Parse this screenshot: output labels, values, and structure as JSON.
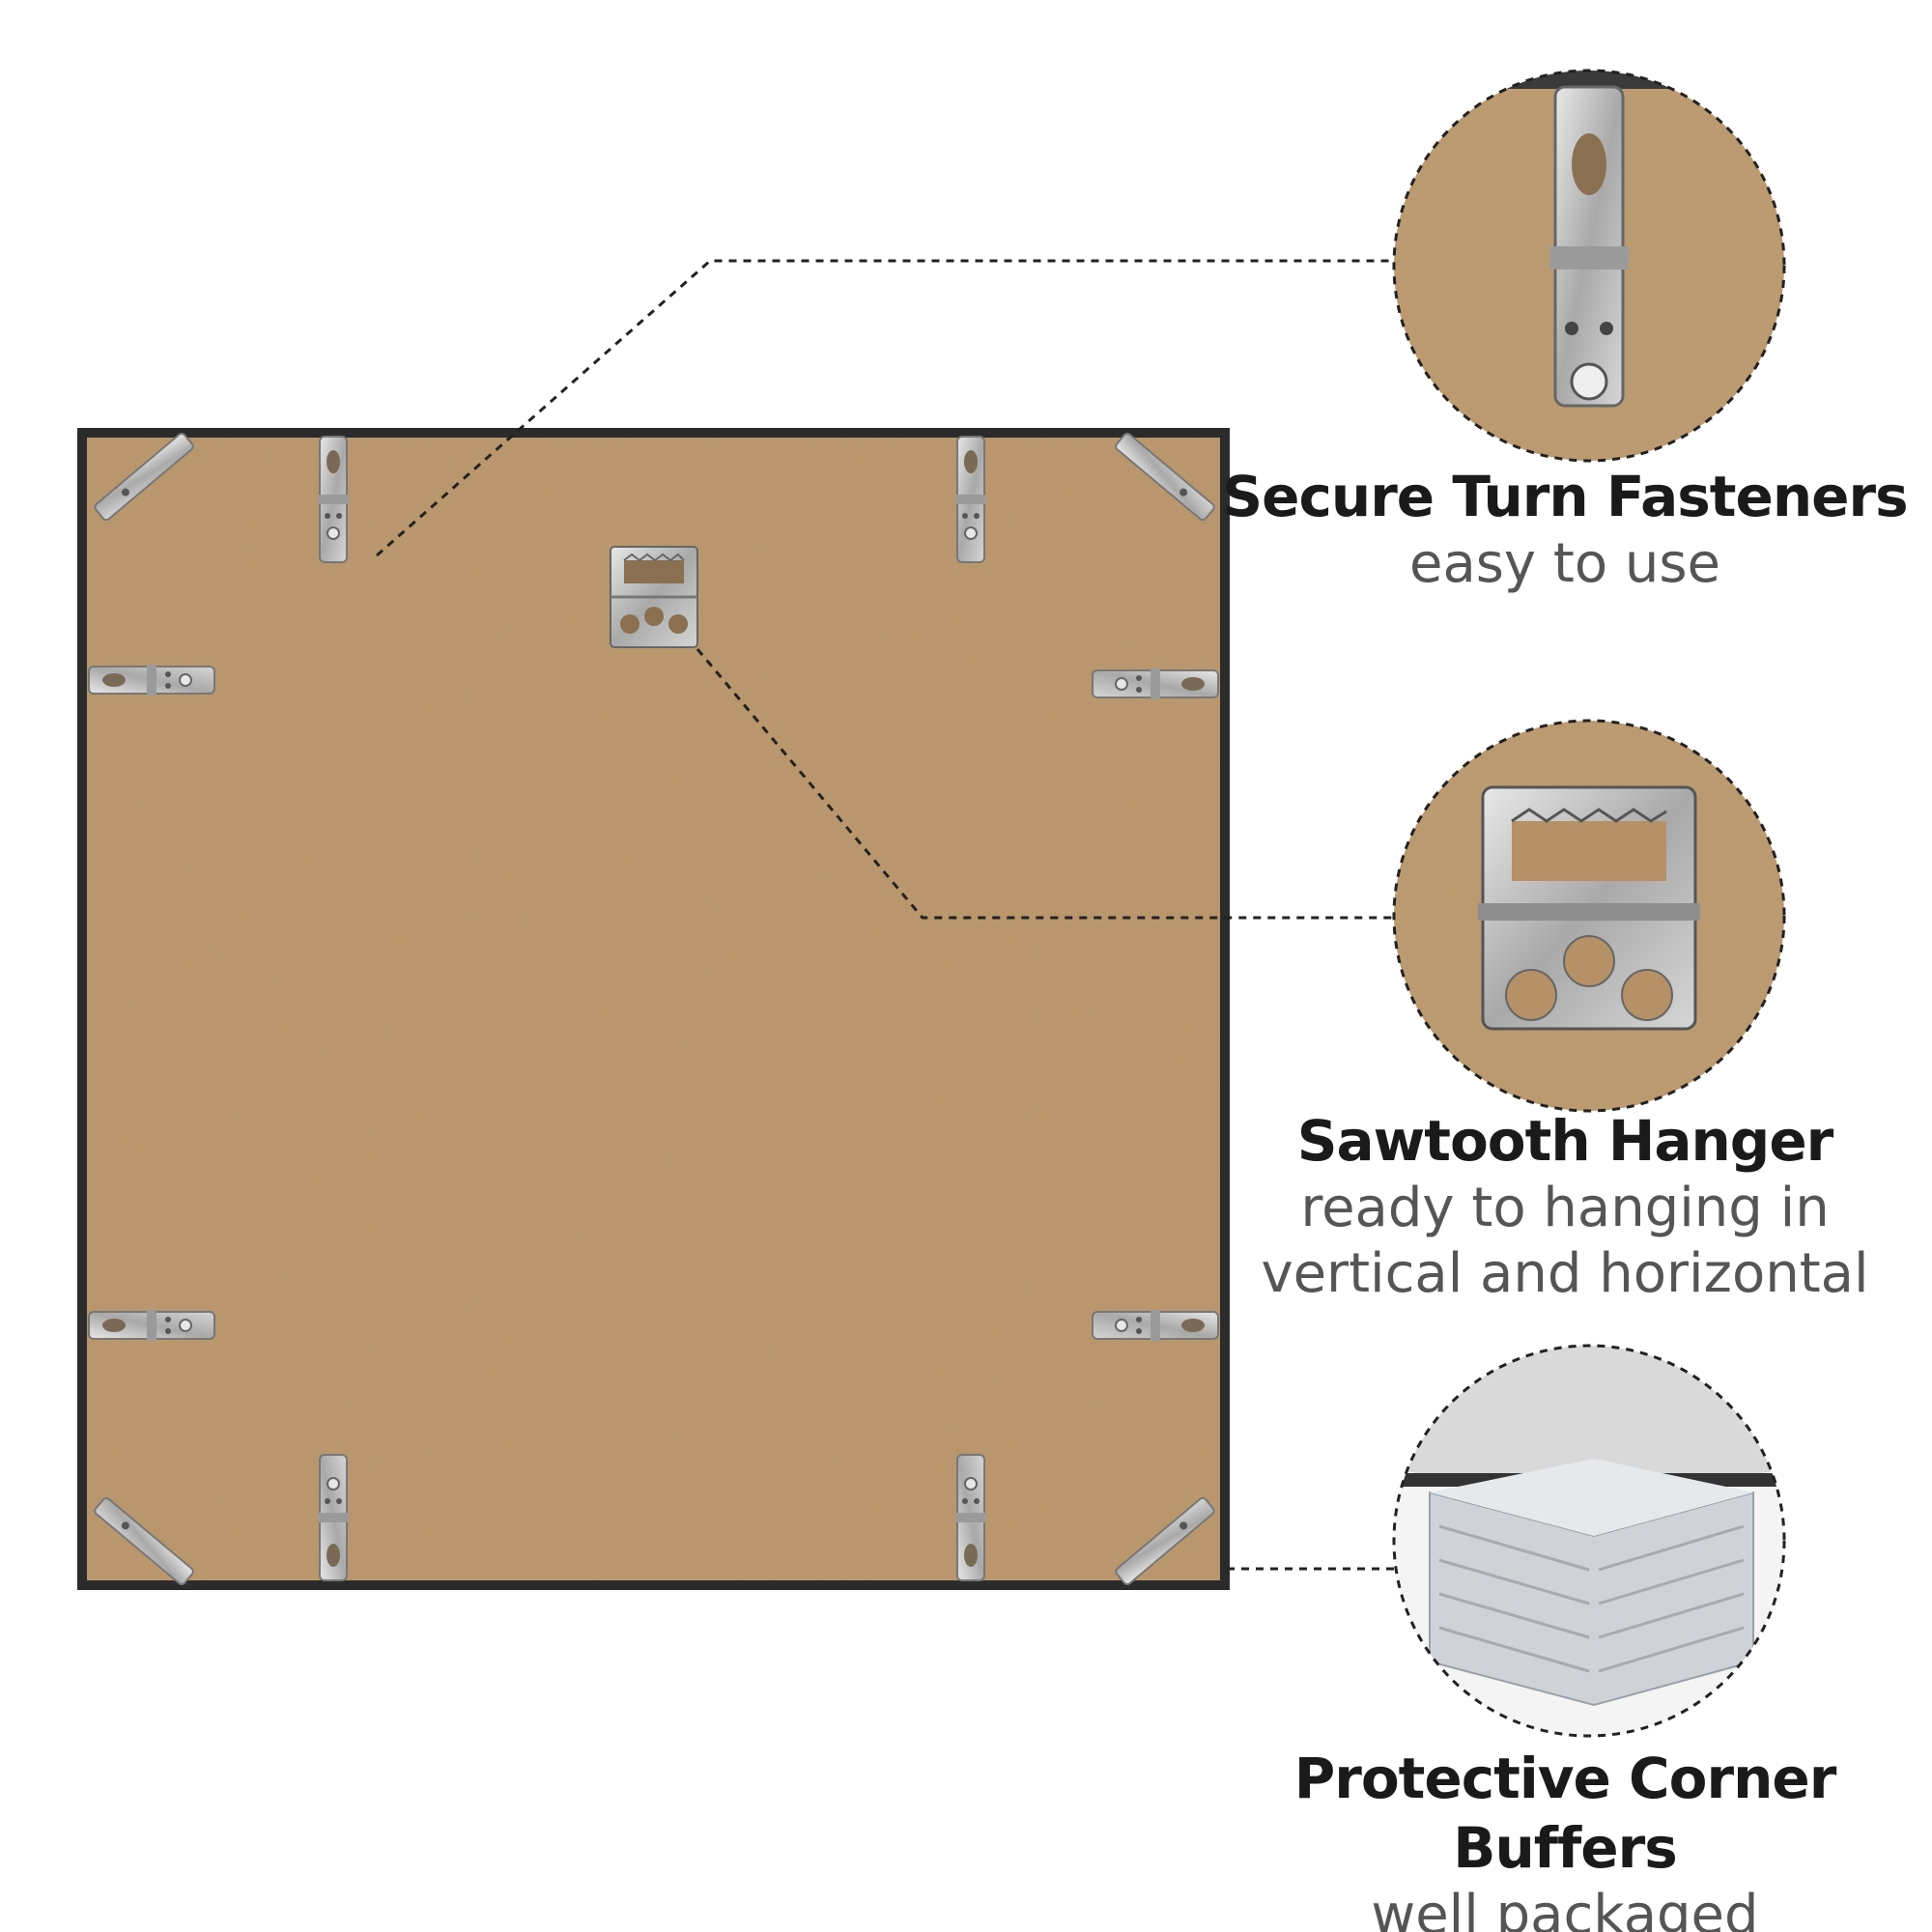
{
  "features": [
    {
      "title": "Secure Turn Fasteners",
      "lines": [
        "easy to use"
      ],
      "zoom_icon": "turn-fastener-icon"
    },
    {
      "title": "Sawtooth Hanger",
      "lines": [
        "ready to hanging in",
        "vertical and horizontal"
      ],
      "zoom_icon": "sawtooth-hanger-icon"
    },
    {
      "title": "Protective Corner Buffers",
      "lines": [
        "well packaged"
      ],
      "zoom_icon": "corner-buffer-icon"
    }
  ],
  "colors": {
    "frame": "#2b2b2b",
    "backboard": "#bf9a6e",
    "metal": "#b8b8b8",
    "text_title": "#1a1a1a",
    "text_sub": "#555555"
  }
}
